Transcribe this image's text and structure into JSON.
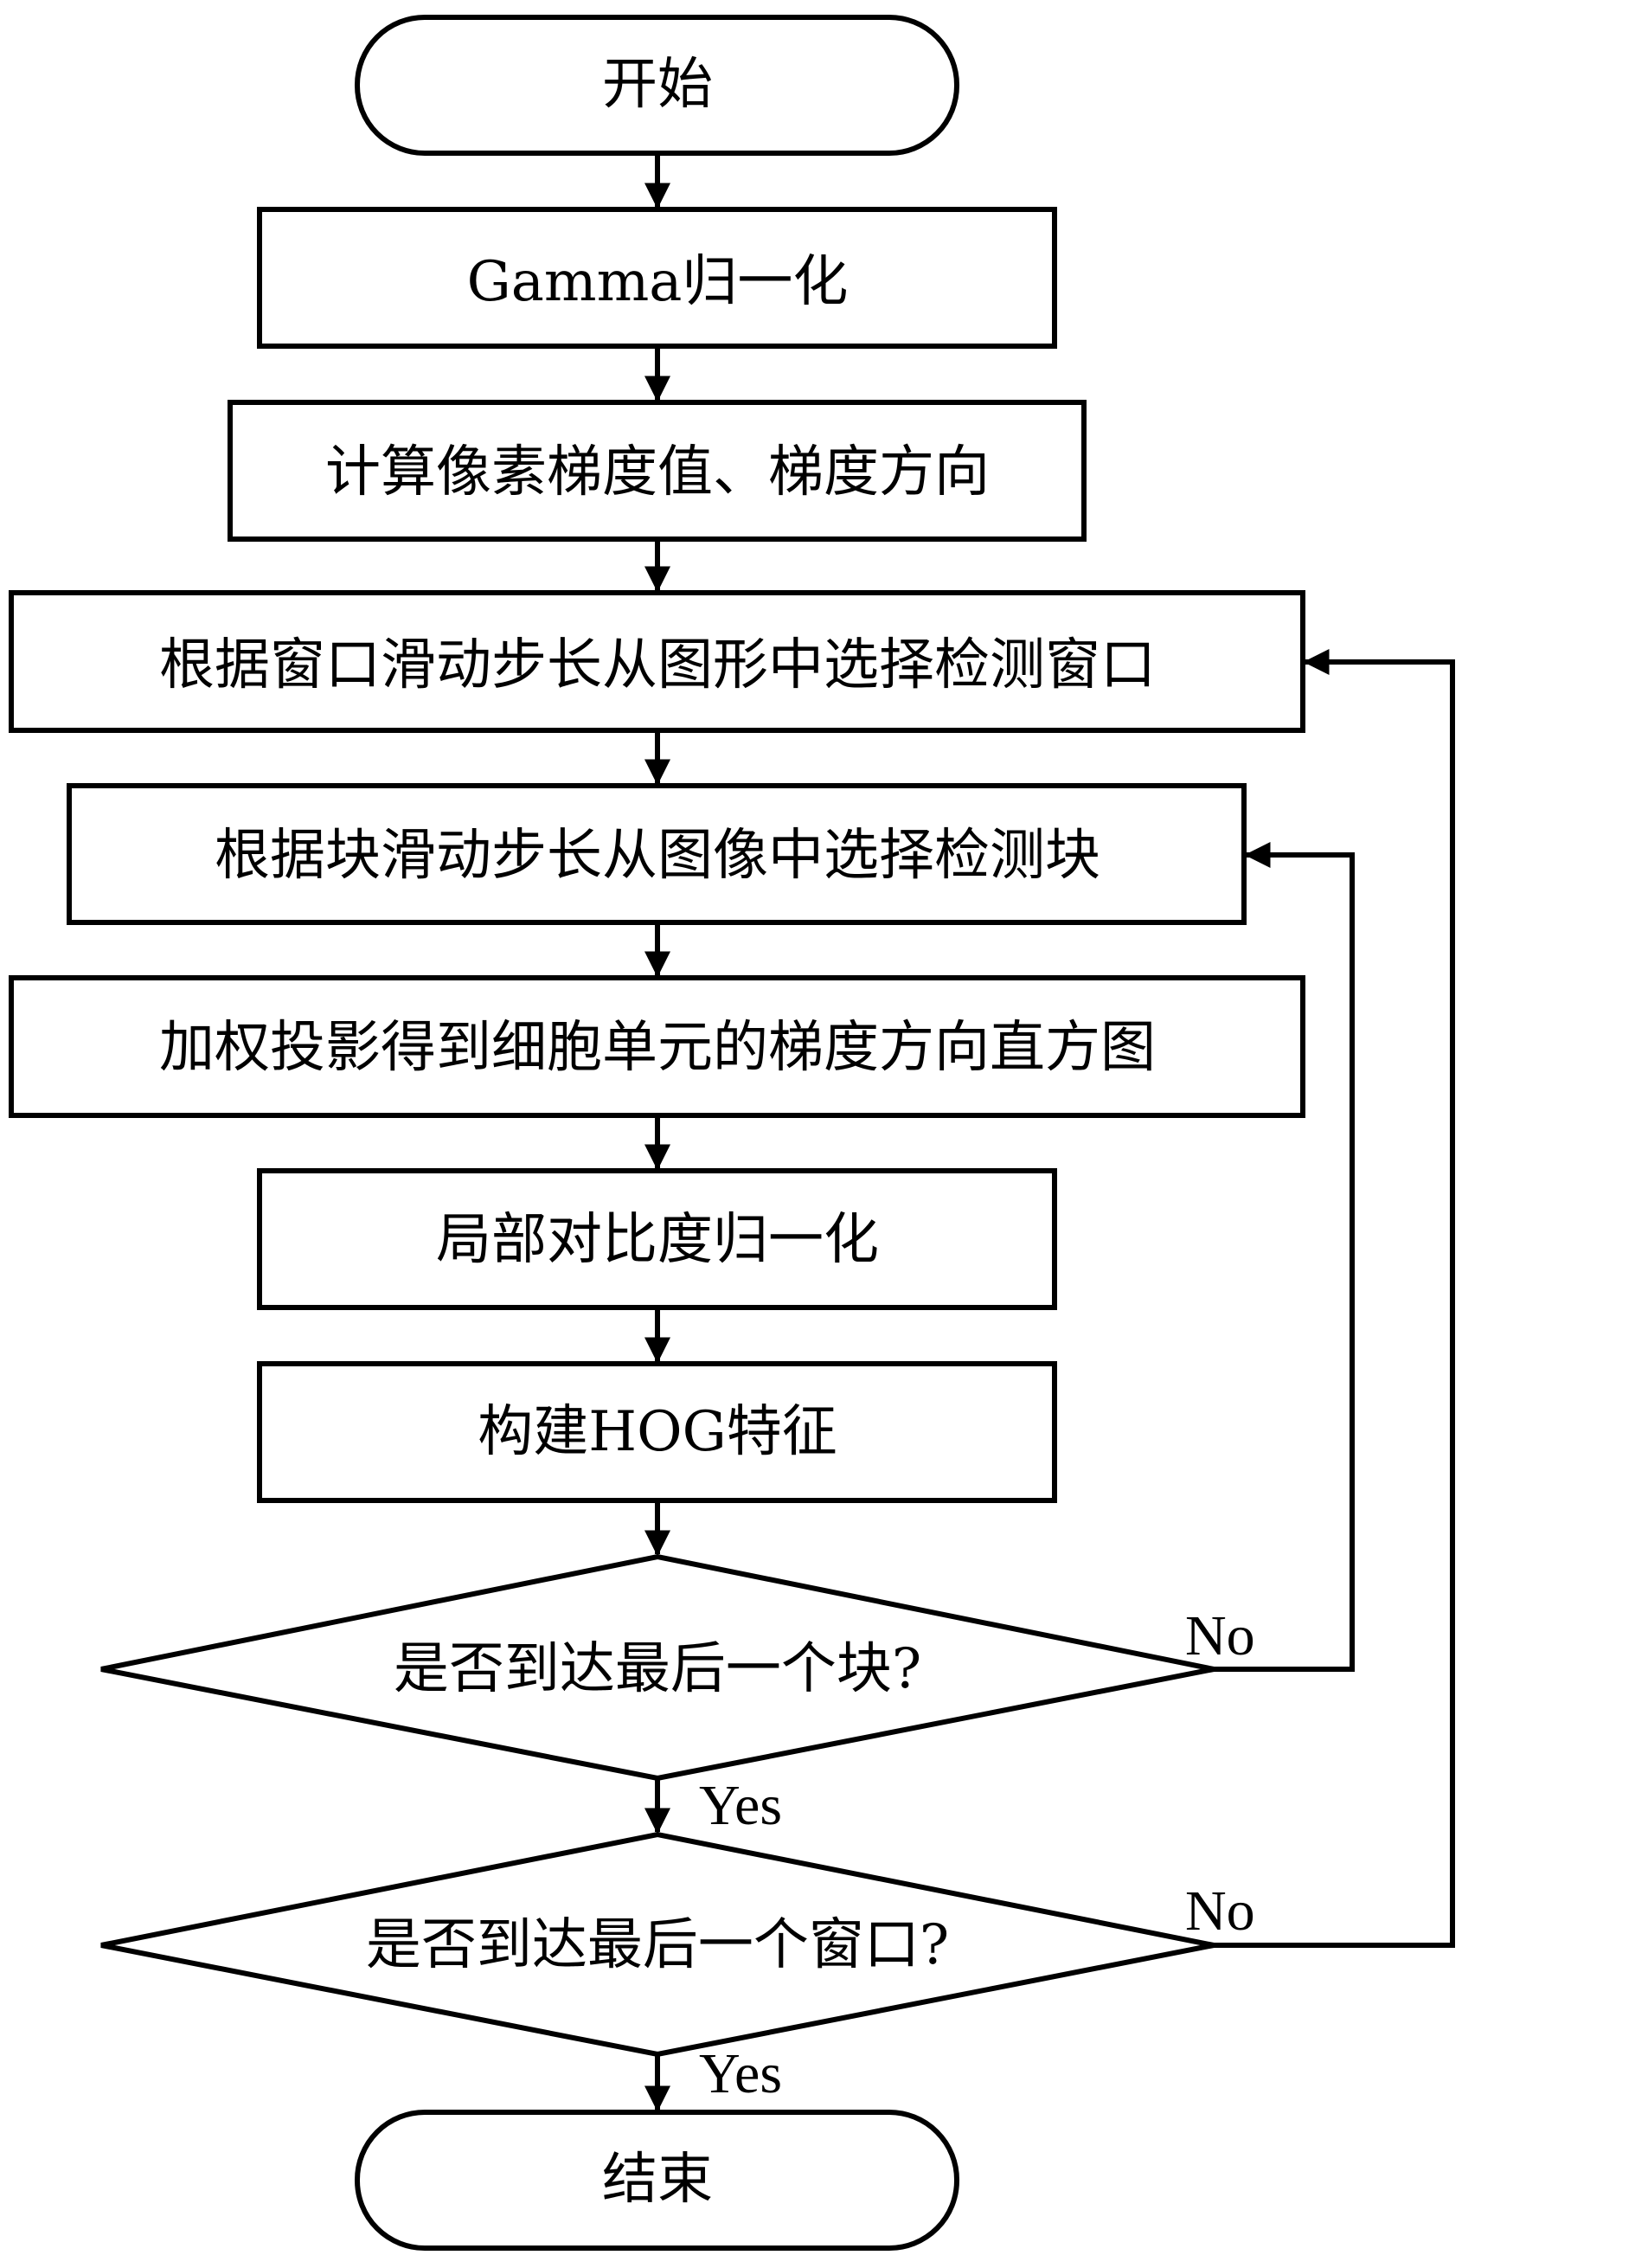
{
  "nodes": {
    "start": "开始",
    "gamma": "Gamma归一化",
    "gradient": "计算像素梯度值、梯度方向",
    "select_window": "根据窗口滑动步长从图形中选择检测窗口",
    "select_block": "根据块滑动步长从图像中选择检测块",
    "histogram": "加权投影得到细胞单元的梯度方向直方图",
    "local_norm": "局部对比度归一化",
    "build_hog": "构建HOG特征",
    "last_block": "是否到达最后一个块?",
    "last_window": "是否到达最后一个窗口?",
    "end": "结束"
  },
  "edges": {
    "block_no": "No",
    "block_yes": "Yes",
    "window_no": "No",
    "window_yes": "Yes"
  },
  "colors": {
    "stroke": "#000000",
    "fill": "#ffffff"
  }
}
